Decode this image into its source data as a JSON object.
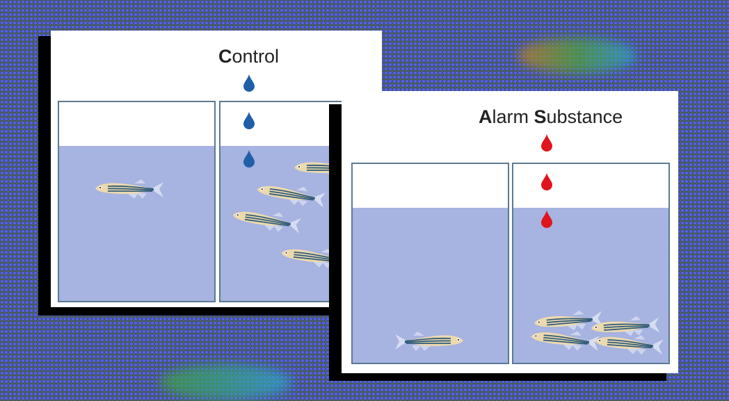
{
  "control_panel": {
    "title_initial": "C",
    "title_rest": "ontrol",
    "drop_color": "#1f5fa8"
  },
  "alarm_panel": {
    "title_word1_initial": "A",
    "title_word1_rest": "larm ",
    "title_word2_initial": "S",
    "title_word2_rest": "ubstance",
    "drop_color": "#e0141c"
  },
  "colors": {
    "water": "#a7b3e0",
    "tank_border": "#5b7a93",
    "fish_body": "#ecd9ae",
    "fish_stripe": "#2f5b7a"
  }
}
